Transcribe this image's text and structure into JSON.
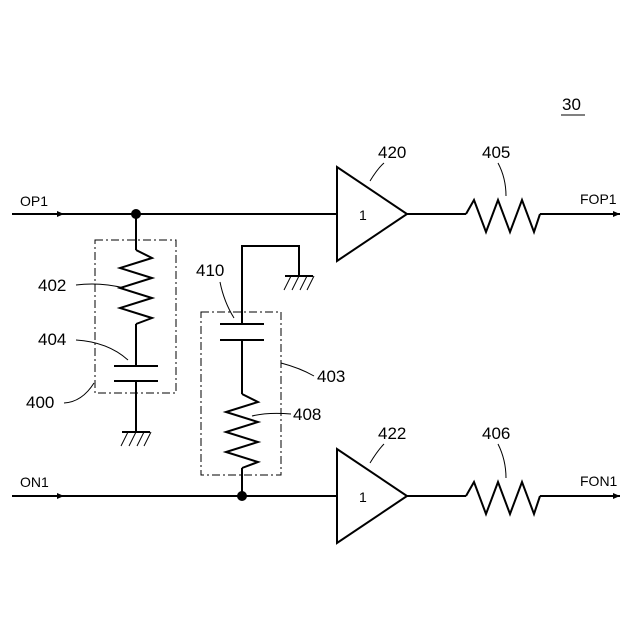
{
  "figure_label": "30",
  "signals": {
    "op1": "OP1",
    "on1": "ON1",
    "fop1": "FOP1",
    "fon1": "FON1"
  },
  "buffers": {
    "top_gain": "1",
    "bottom_gain": "1"
  },
  "refs": {
    "r400": "400",
    "r402": "402",
    "r403": "403",
    "r404": "404",
    "r405": "405",
    "r406": "406",
    "r408": "408",
    "r410": "410",
    "r420": "420",
    "r422": "422"
  }
}
